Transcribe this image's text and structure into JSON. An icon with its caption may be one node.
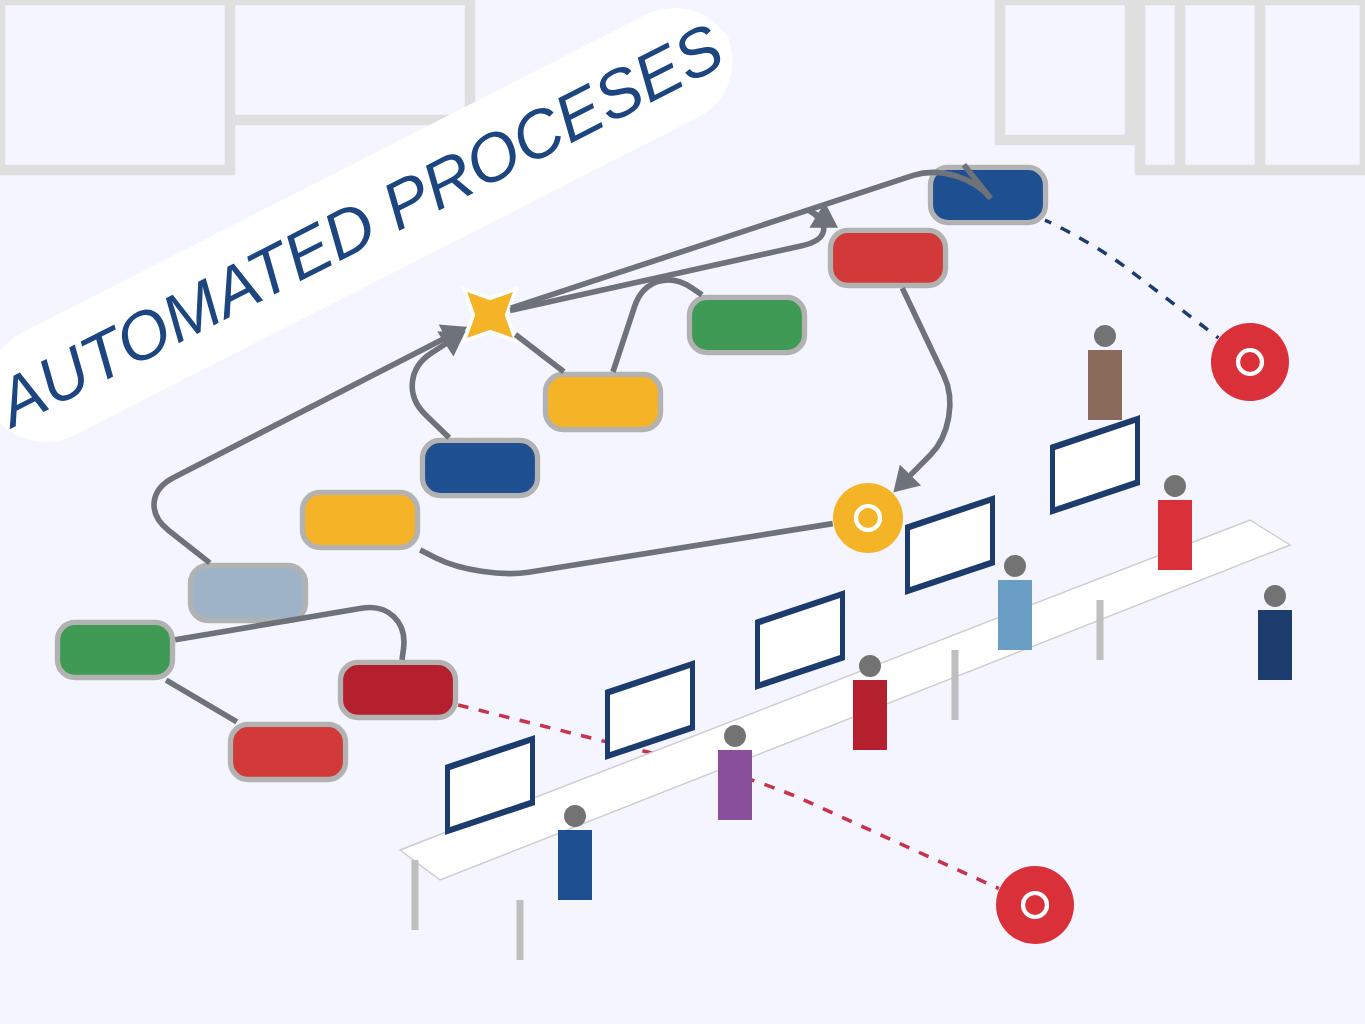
{
  "diagram": {
    "title": "AUTOMATED PROCESES",
    "nodes": [
      {
        "text": [],
        "shape": "box"
      },
      {
        "text": [],
        "shape": "box"
      },
      {
        "text": [],
        "shape": "box"
      },
      {
        "text": [],
        "shape": "box"
      },
      {
        "text": [],
        "shape": "box"
      },
      {
        "text": [],
        "shape": "box"
      },
      {
        "text": [],
        "shape": "box"
      },
      {
        "text": [],
        "shape": "box"
      },
      {
        "text": [],
        "shape": "box"
      },
      {
        "text": [],
        "shape": "box"
      },
      {
        "text": [],
        "shape": "puzzle"
      },
      {
        "text": [],
        "shape": "circle"
      },
      {
        "text": [],
        "shape": "circle"
      },
      {
        "text": [],
        "shape": "circle"
      }
    ],
    "edges": [
      {
        "from": 0,
        "to": 1,
        "arrow": "none"
      },
      {
        "from": 0,
        "to": 3,
        "arrow": "none"
      },
      {
        "from": 2,
        "to": 10,
        "arrow": "to"
      },
      {
        "from": 5,
        "to": 10,
        "arrow": "to"
      },
      {
        "from": 10,
        "to": 6,
        "arrow": "none"
      },
      {
        "from": 10,
        "to": 8,
        "arrow": "to"
      },
      {
        "from": 10,
        "to": 9,
        "arrow": "none"
      },
      {
        "from": 6,
        "to": 7,
        "arrow": "none"
      },
      {
        "from": 4,
        "to": 11,
        "arrow": "none"
      },
      {
        "from": 8,
        "to": 11,
        "arrow": "to"
      },
      {
        "from": 9,
        "to": 12,
        "arrow": "none",
        "style": "dashed",
        "color": "#1d3c6e"
      },
      {
        "from": 3,
        "to": 13,
        "arrow": "none",
        "style": "dashed",
        "color": "#c8324a"
      }
    ]
  }
}
